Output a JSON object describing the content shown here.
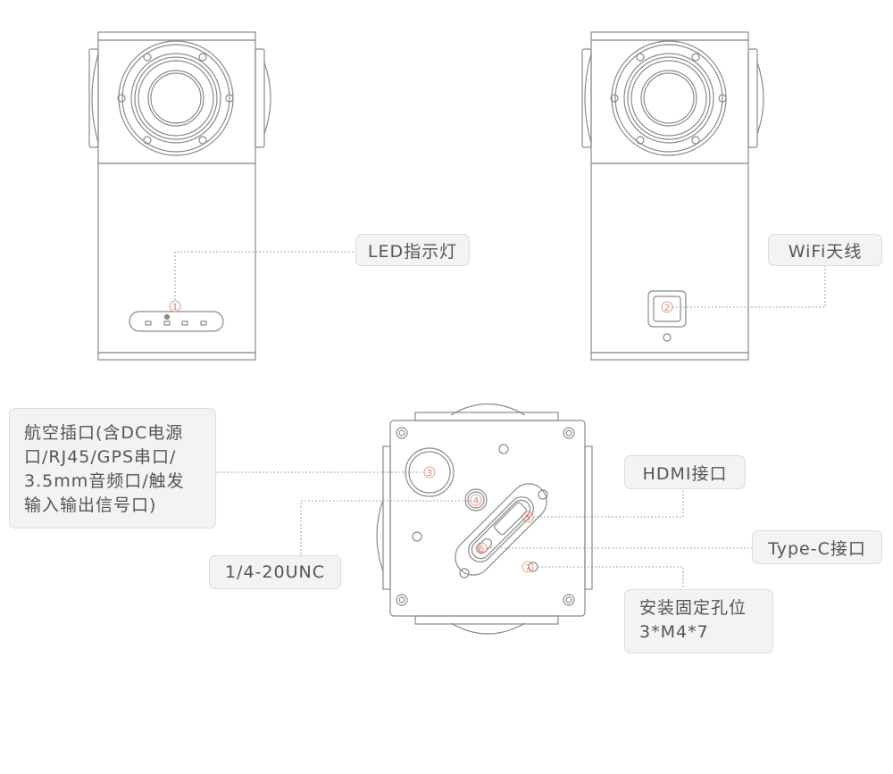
{
  "labels": {
    "led": "LED指示灯",
    "wifi": "WiFi天线",
    "aviation_lines": [
      "航空插口(含DC电源",
      "口/RJ45/GPS串口/",
      "3.5mm音频口/触发",
      "输入输出信号口)"
    ],
    "hdmi": "HDMI接口",
    "typec": "Type-C接口",
    "tripod": "1/4-20UNC",
    "mount_lines": [
      "安装固定孔位",
      "3*M4*7"
    ]
  },
  "markers": [
    "1",
    "2",
    "3",
    "4",
    "5",
    "6",
    "7"
  ],
  "colors": {
    "line": "#8a8a8a",
    "marker": "#d9806a",
    "label_bg": "#f4f3f3"
  }
}
